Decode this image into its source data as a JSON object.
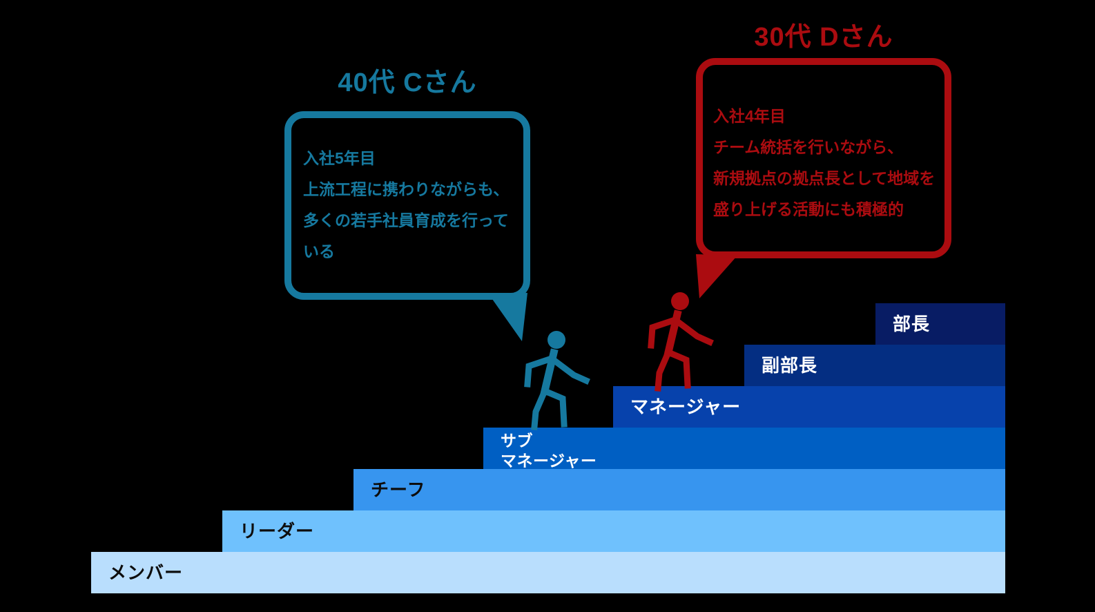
{
  "canvas": {
    "background": "#000000"
  },
  "people": [
    {
      "title": "40代 Cさん",
      "color": "#16799F",
      "bubble_text": "入社5年目\n上流工程に携わりながらも、\n多くの若手社員育成を行って\nいる"
    },
    {
      "title": "30代 Dさん",
      "color": "#AB0C10",
      "bubble_text": "入社4年目\nチーム統括を行いながら、\n新規拠点の拠点長として地域を\n盛り上げる活動にも積極的"
    }
  ],
  "stairs": {
    "steps": [
      {
        "label": "部長",
        "color": "#081C64",
        "label_color": "#FFFFFF"
      },
      {
        "label": "副部長",
        "color": "#042E82",
        "label_color": "#FFFFFF"
      },
      {
        "label": "マネージャー",
        "color": "#0742AC",
        "label_color": "#FFFFFF"
      },
      {
        "label": "サブ\nマネージャー",
        "color": "#005FC3",
        "label_color": "#FFFFFF"
      },
      {
        "label": "チーフ",
        "color": "#3795EF",
        "label_color": "#0D0D0D"
      },
      {
        "label": "リーダー",
        "color": "#6FC1FD",
        "label_color": "#0D0D0D"
      },
      {
        "label": "メンバー",
        "color": "#B9DEFD",
        "label_color": "#0D0D0D"
      }
    ]
  }
}
